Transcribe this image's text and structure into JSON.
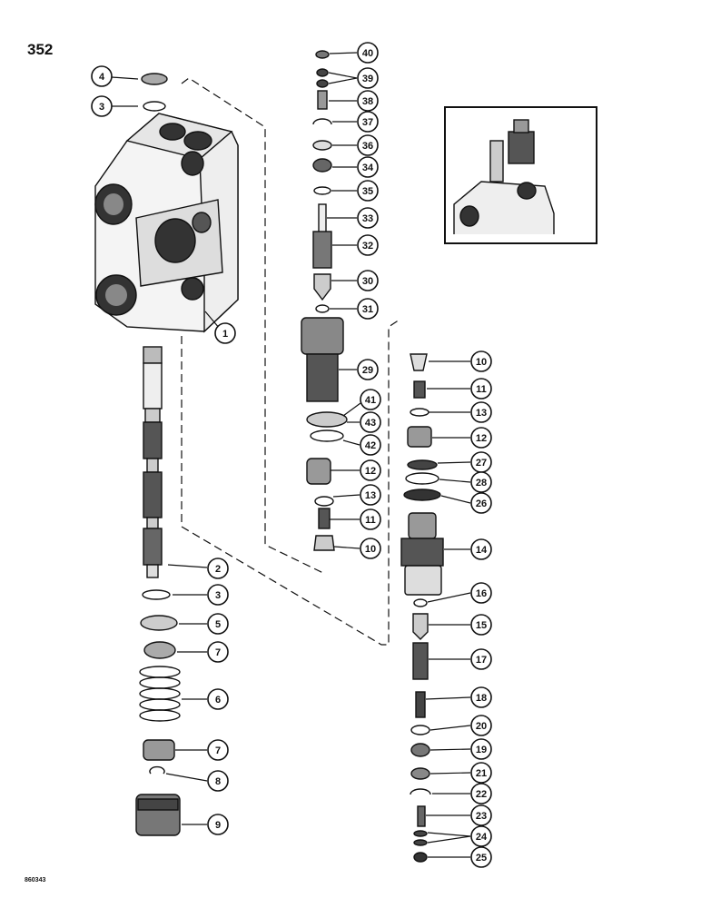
{
  "page_number": "352",
  "figure_code": "860343",
  "callouts": {
    "c1": "1",
    "c2": "2",
    "c3a": "3",
    "c3b": "3",
    "c4": "4",
    "c5": "5",
    "c6": "6",
    "c7a": "7",
    "c7b": "7",
    "c8": "8",
    "c9": "9",
    "c10a": "10",
    "c10b": "10",
    "c11a": "11",
    "c11b": "11",
    "c12a": "12",
    "c12b": "12",
    "c13a": "13",
    "c13b": "13",
    "c14": "14",
    "c15": "15",
    "c16": "16",
    "c17": "17",
    "c18": "18",
    "c19": "19",
    "c20": "20",
    "c21": "21",
    "c22": "22",
    "c23": "23",
    "c24": "24",
    "c25": "25",
    "c26": "26",
    "c27": "27",
    "c28": "28",
    "c29": "29",
    "c30": "30",
    "c31": "31",
    "c32": "32",
    "c33": "33",
    "c34": "34",
    "c35": "35",
    "c36": "36",
    "c37": "37",
    "c38": "38",
    "c39": "39",
    "c40": "40",
    "c41": "41",
    "c42": "42",
    "c43": "43"
  }
}
